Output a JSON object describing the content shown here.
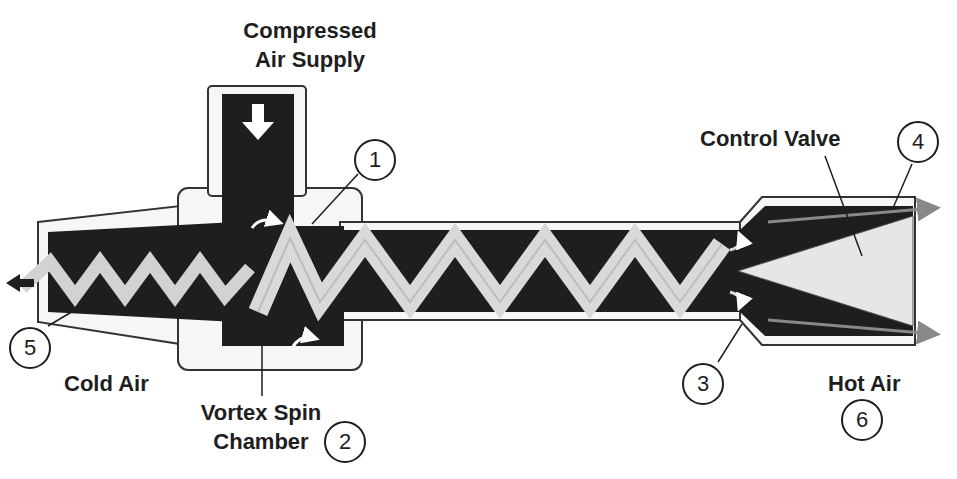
{
  "diagram": {
    "nodes": [
      {
        "text": [
          "1"
        ]
      },
      {
        "text": [
          "4"
        ]
      },
      {
        "text": [
          "5"
        ]
      },
      {
        "text": [
          "3"
        ]
      },
      {
        "text": [
          "2"
        ]
      },
      {
        "text": [
          "6"
        ]
      }
    ],
    "labels": [
      "Compressed Air Supply",
      "Control Valve",
      "Cold Air",
      "Vortex Spin Chamber",
      "Hot Air"
    ]
  }
}
